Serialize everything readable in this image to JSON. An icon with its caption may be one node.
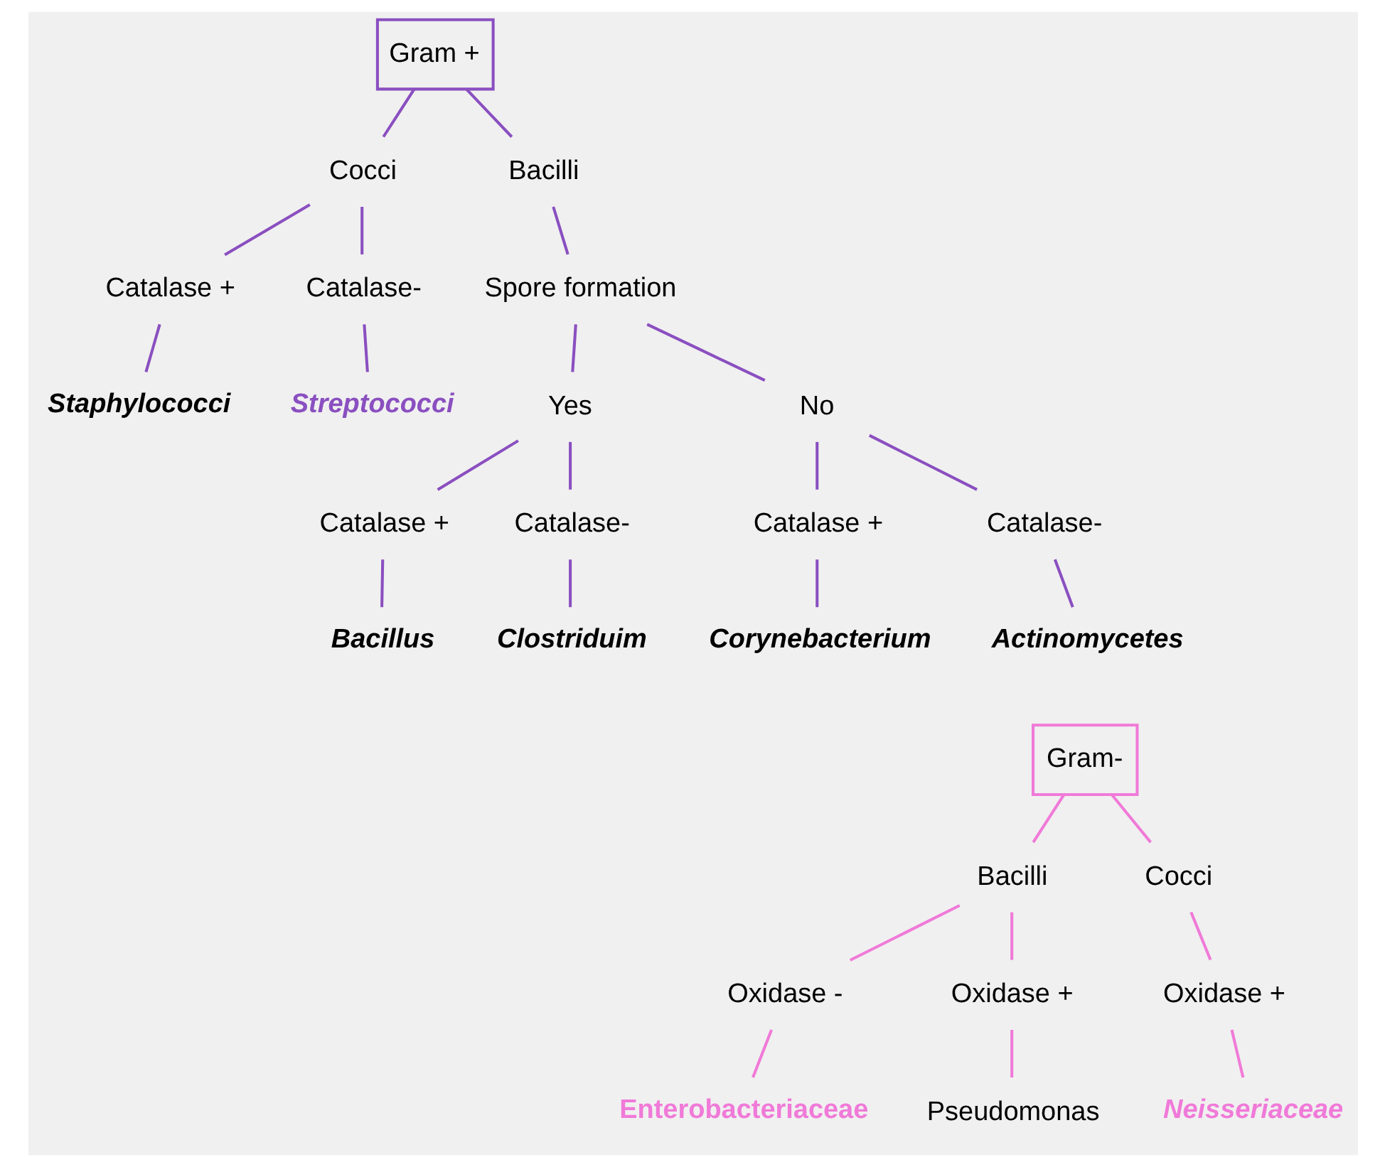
{
  "diagram": {
    "nodes": [
      {
        "text": [
          "Gram +"
        ]
      },
      {
        "text": [
          "Cocci"
        ]
      },
      {
        "text": [
          "Bacilli"
        ]
      },
      {
        "text": [
          "Catalase +"
        ]
      },
      {
        "text": [
          "Catalase-"
        ]
      },
      {
        "text": [
          "Staphylococci"
        ]
      },
      {
        "text": [
          "Streptococci"
        ]
      },
      {
        "text": [
          "Spore formation"
        ]
      },
      {
        "text": [
          "Yes"
        ]
      },
      {
        "text": [
          "No"
        ]
      },
      {
        "text": [
          "Catalase +"
        ]
      },
      {
        "text": [
          "Catalase-"
        ]
      },
      {
        "text": [
          "Catalase +"
        ]
      },
      {
        "text": [
          "Catalase-"
        ]
      },
      {
        "text": [
          "Bacillus"
        ]
      },
      {
        "text": [
          "Clostriduim"
        ]
      },
      {
        "text": [
          "Corynebacterium"
        ]
      },
      {
        "text": [
          "Actinomycetes"
        ]
      },
      {
        "text": [
          "Gram-"
        ]
      },
      {
        "text": [
          "Bacilli"
        ]
      },
      {
        "text": [
          "Cocci"
        ]
      },
      {
        "text": [
          "Oxidase -"
        ]
      },
      {
        "text": [
          "Oxidase +"
        ]
      },
      {
        "text": [
          "Oxidase +"
        ]
      },
      {
        "text": [
          "Enterobacteriaceae"
        ]
      },
      {
        "text": [
          "Pseudomonas"
        ]
      },
      {
        "text": [
          "Neisseriaceae"
        ]
      }
    ],
    "edges": [
      {
        "from": 0,
        "to": 1,
        "arrow": "none"
      },
      {
        "from": 0,
        "to": 2,
        "arrow": "none"
      },
      {
        "from": 1,
        "to": 3,
        "arrow": "none"
      },
      {
        "from": 1,
        "to": 4,
        "arrow": "none"
      },
      {
        "from": 3,
        "to": 5,
        "arrow": "none"
      },
      {
        "from": 4,
        "to": 6,
        "arrow": "none"
      },
      {
        "from": 2,
        "to": 7,
        "arrow": "none"
      },
      {
        "from": 7,
        "to": 8,
        "arrow": "none"
      },
      {
        "from": 7,
        "to": 9,
        "arrow": "none"
      },
      {
        "from": 8,
        "to": 10,
        "arrow": "none"
      },
      {
        "from": 8,
        "to": 11,
        "arrow": "none"
      },
      {
        "from": 9,
        "to": 12,
        "arrow": "none"
      },
      {
        "from": 9,
        "to": 13,
        "arrow": "none"
      },
      {
        "from": 10,
        "to": 14,
        "arrow": "none"
      },
      {
        "from": 11,
        "to": 15,
        "arrow": "none"
      },
      {
        "from": 12,
        "to": 16,
        "arrow": "none"
      },
      {
        "from": 13,
        "to": 17,
        "arrow": "none"
      },
      {
        "from": 18,
        "to": 19,
        "arrow": "none",
        "color": "#f07ad8"
      },
      {
        "from": 18,
        "to": 20,
        "arrow": "none",
        "color": "#f07ad8"
      },
      {
        "from": 19,
        "to": 21,
        "arrow": "none",
        "color": "#f07ad8"
      },
      {
        "from": 19,
        "to": 22,
        "arrow": "none",
        "color": "#f07ad8"
      },
      {
        "from": 21,
        "to": 24,
        "arrow": "none",
        "color": "#f07ad8"
      },
      {
        "from": 22,
        "to": 25,
        "arrow": "none",
        "color": "#f07ad8"
      },
      {
        "from": 20,
        "to": 23,
        "arrow": "none",
        "color": "#f07ad8"
      },
      {
        "from": 23,
        "to": 26,
        "arrow": "none",
        "color": "#f07ad8"
      }
    ]
  }
}
